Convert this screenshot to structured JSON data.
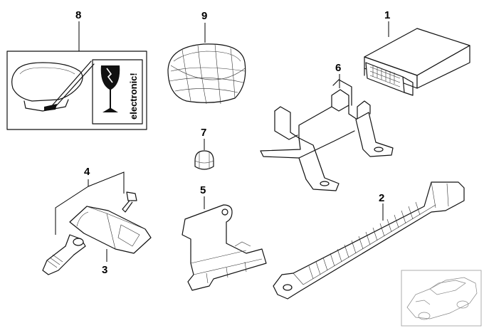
{
  "diagram": {
    "callouts": [
      {
        "id": "1",
        "text": "1"
      },
      {
        "id": "2",
        "text": "2"
      },
      {
        "id": "3",
        "text": "3"
      },
      {
        "id": "4",
        "text": "4"
      },
      {
        "id": "5",
        "text": "5"
      },
      {
        "id": "6",
        "text": "6"
      },
      {
        "id": "7",
        "text": "7"
      },
      {
        "id": "8",
        "text": "8"
      },
      {
        "id": "9",
        "text": "9"
      }
    ],
    "warning_label": {
      "text": "electronic!"
    }
  }
}
